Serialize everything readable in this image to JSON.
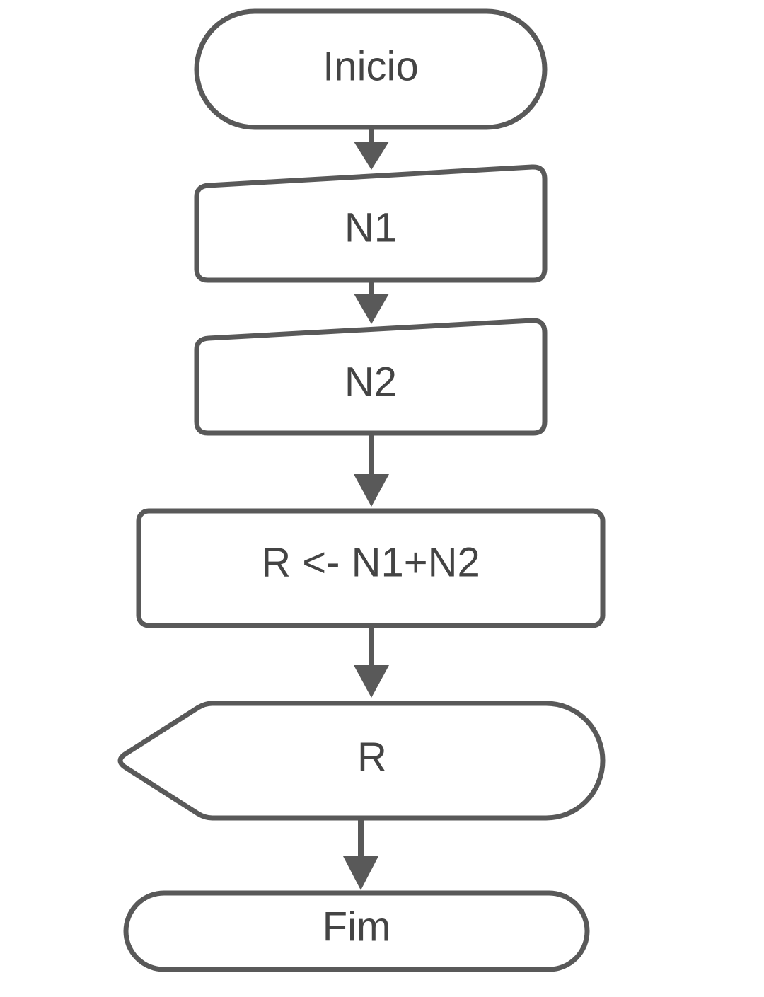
{
  "flowchart": {
    "nodes": [
      {
        "id": "start",
        "kind": "terminal",
        "label": "Inicio"
      },
      {
        "id": "input-n1",
        "kind": "manual-input",
        "label": "N1"
      },
      {
        "id": "input-n2",
        "kind": "manual-input",
        "label": "N2"
      },
      {
        "id": "process-sum",
        "kind": "process",
        "label": "R <- N1+N2"
      },
      {
        "id": "display-r",
        "kind": "display",
        "label": "R"
      },
      {
        "id": "end",
        "kind": "terminal",
        "label": "Fim"
      }
    ],
    "edges": [
      {
        "from": "start",
        "to": "input-n1"
      },
      {
        "from": "input-n1",
        "to": "input-n2"
      },
      {
        "from": "input-n2",
        "to": "process-sum"
      },
      {
        "from": "process-sum",
        "to": "display-r"
      },
      {
        "from": "display-r",
        "to": "end"
      }
    ],
    "colors": {
      "stroke": "#595959",
      "fill": "#ffffff",
      "text": "#444444"
    }
  }
}
